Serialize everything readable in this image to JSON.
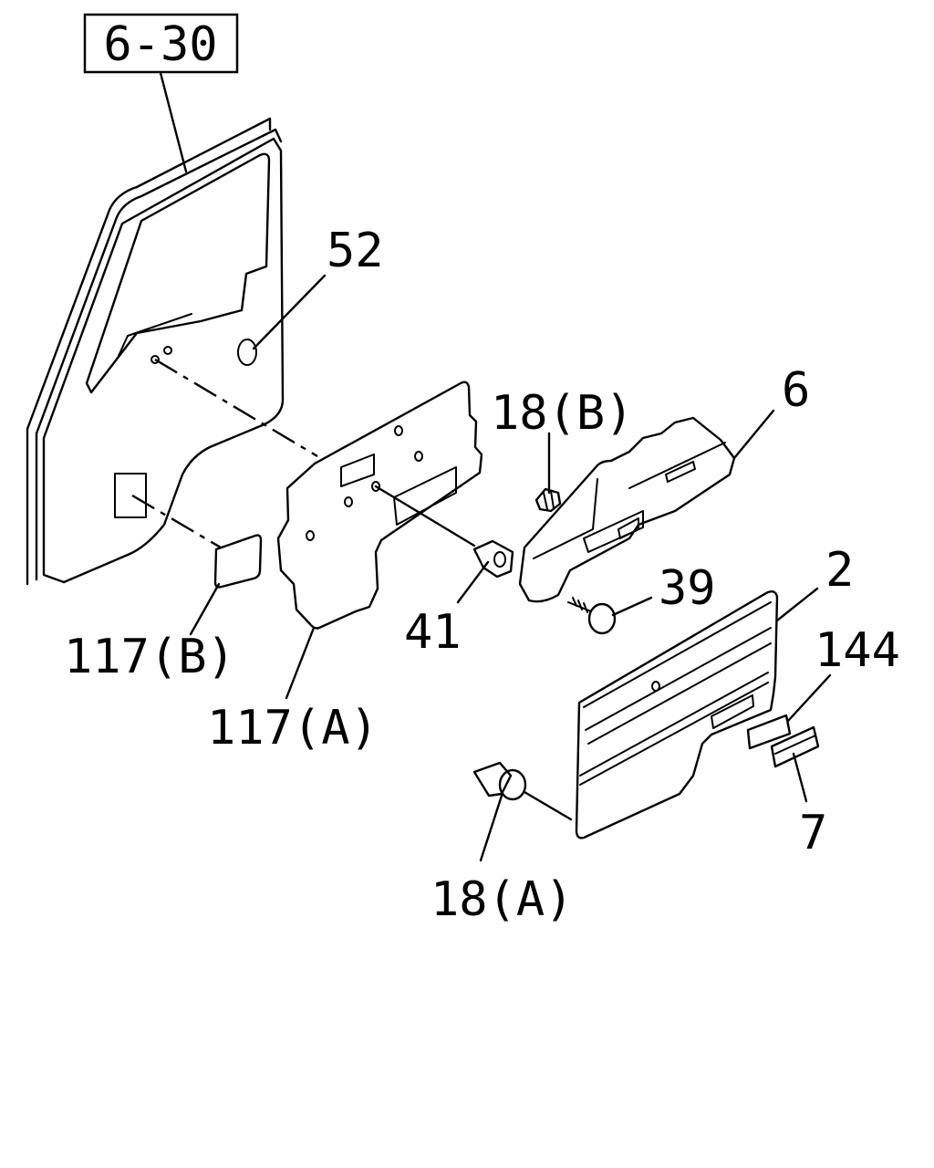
{
  "reference": "6-30",
  "labels": {
    "p52": "52",
    "p18b": "18(B)",
    "p6": "6",
    "p39": "39",
    "p2": "2",
    "p144": "144",
    "p7": "7",
    "p41": "41",
    "p117b": "117(B)",
    "p117a": "117(A)",
    "p18a": "18(A)"
  },
  "colors": {
    "line": "#000000",
    "background": "#ffffff"
  }
}
